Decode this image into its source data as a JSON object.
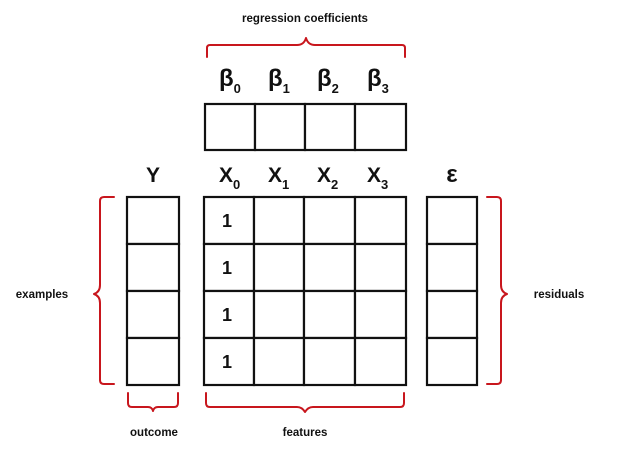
{
  "labels": {
    "top": "regression coefficients",
    "left": "examples",
    "right": "residuals",
    "outcome": "outcome",
    "features": "features"
  },
  "headers": {
    "beta": [
      {
        "sym": "β",
        "sub": "0"
      },
      {
        "sym": "β",
        "sub": "1"
      },
      {
        "sym": "β",
        "sub": "2"
      },
      {
        "sym": "β",
        "sub": "3"
      }
    ],
    "x": [
      {
        "sym": "X",
        "sub": "0"
      },
      {
        "sym": "X",
        "sub": "1"
      },
      {
        "sym": "X",
        "sub": "2"
      },
      {
        "sym": "X",
        "sub": "3"
      }
    ],
    "y": "Y",
    "eps": "ε"
  },
  "intercept_values": [
    "1",
    "1",
    "1",
    "1"
  ],
  "colors": {
    "brace": "#c8161d",
    "grid": "#111111"
  }
}
